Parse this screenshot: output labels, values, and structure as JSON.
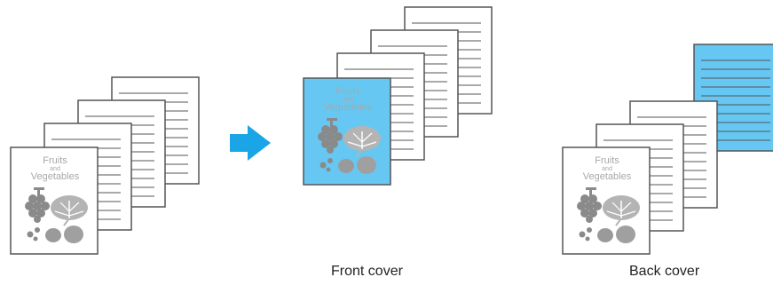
{
  "cover_text": {
    "line1": "Fruits",
    "line2": "and",
    "line3": "Vegetables"
  },
  "captions": {
    "front": "Front cover",
    "back": "Back cover"
  },
  "colors": {
    "cover_fill": "#66c8f2",
    "arrow": "#1aa6e6",
    "page_border": "#555555",
    "illustration_gray": "#8a8a8a",
    "leaf_gray": "#b4b4b4"
  },
  "icons": {
    "fruit_illustration": "grapes-leaf-berries-icon",
    "arrow": "right-arrow-icon"
  }
}
